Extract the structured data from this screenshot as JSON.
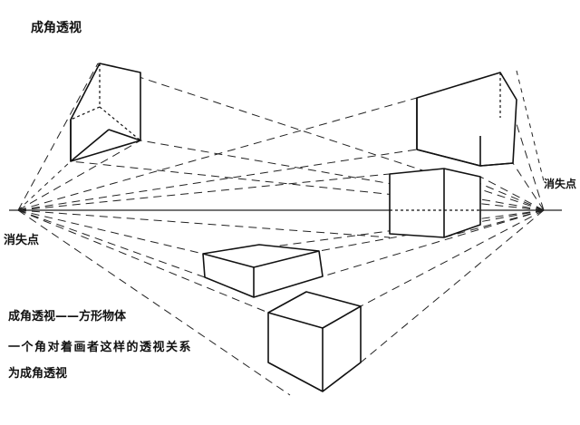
{
  "title": "成角透视",
  "vanishing_point_left": "消失点",
  "vanishing_point_right": "消失点",
  "caption": {
    "line1": "成角透视——方形物体",
    "line2": "一个角对着画者这样的透视关系",
    "line3": "为成角透视"
  },
  "colors": {
    "ink": "#111111",
    "paper": "#ffffff"
  }
}
